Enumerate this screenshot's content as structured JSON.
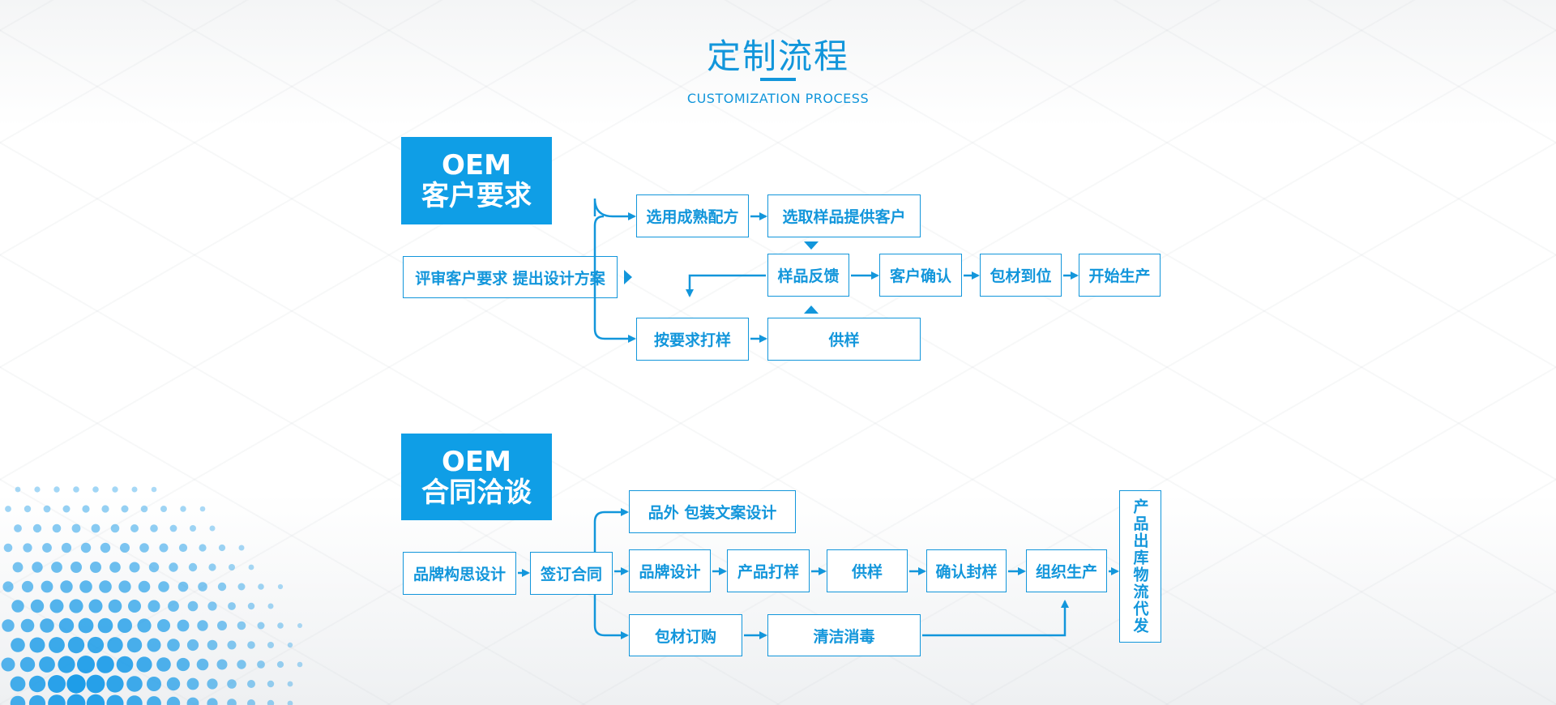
{
  "header": {
    "title": "定制流程",
    "subtitle": "CUSTOMIZATION PROCESS"
  },
  "flow1": {
    "label_line1": "OEM",
    "label_line2": "客户要求",
    "nodes": {
      "review": "评审客户要求 提出设计方案",
      "mature_formula": "选用成熟配方",
      "select_sample": "选取样品提供客户",
      "feedback": "样品反馈",
      "confirm": "客户确认",
      "packaging_ready": "包材到位",
      "start_production": "开始生产",
      "sample_on_request": "按要求打样",
      "supply_sample": "供样"
    }
  },
  "flow2": {
    "label_line1": "OEM",
    "label_line2": "合同洽谈",
    "nodes": {
      "brand_concept": "品牌构思设计",
      "sign_contract": "签订合同",
      "packaging_design": "品外 包装文案设计",
      "brand_design": "品牌设计",
      "product_sample": "产品打样",
      "supply_sample": "供样",
      "confirm_seal": "确认封样",
      "organize_production": "组织生产",
      "packaging_order": "包材订购",
      "cleaning": "清洁消毒",
      "shipping": "产品出库物流代发"
    }
  },
  "colors": {
    "accent": "#1296db",
    "header_fill": "#0f9ee6",
    "globe_dots": "#1a9be8"
  }
}
